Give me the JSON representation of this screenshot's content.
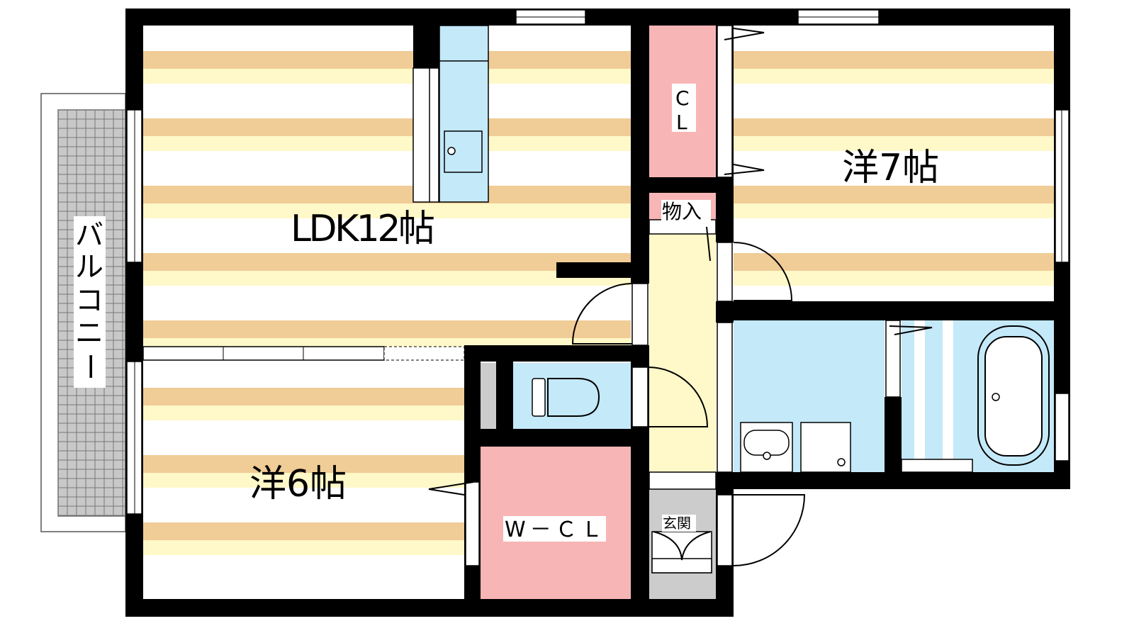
{
  "rooms": {
    "ldk": "LDK12帖",
    "western7": "洋7帖",
    "western6": "洋6帖",
    "closet_c": "C",
    "closet_l": "L",
    "storage": "物入",
    "walkin_closet": "W－ＣＬ",
    "entrance": "玄関",
    "balcony": [
      "バ",
      "ル",
      "コ",
      "ニ",
      "ー"
    ]
  },
  "colors": {
    "wall": "#000000",
    "floor_band": "#f0cc96",
    "floor_light": "#fff8c8",
    "water": "#c4e9f9",
    "closet": "#f8b5b6",
    "entrance": "#cccccc",
    "hall": "#fff8c8"
  }
}
